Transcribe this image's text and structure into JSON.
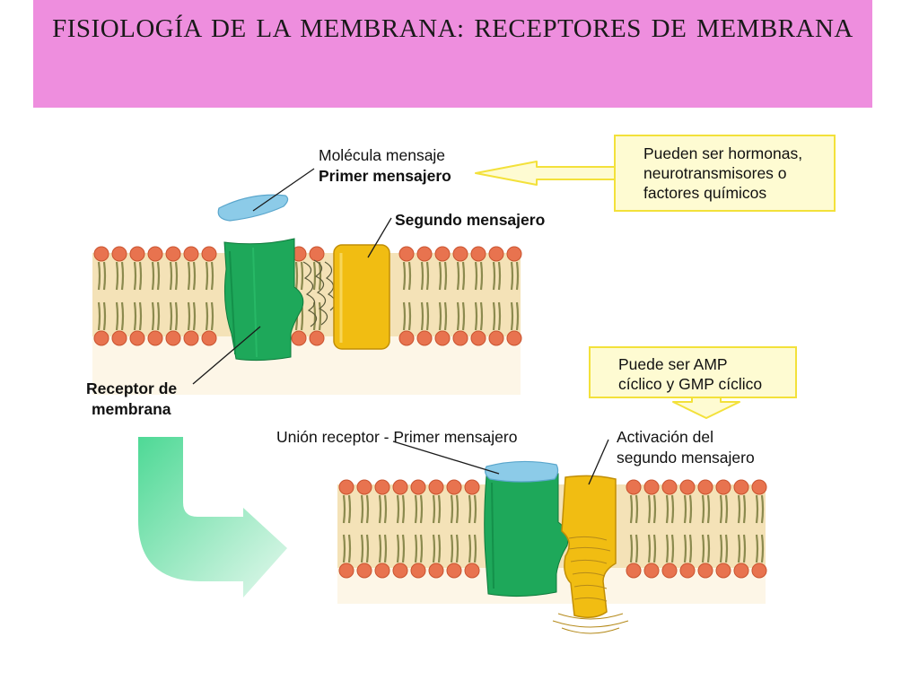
{
  "slide": {
    "title": "FISIOLOGÍA DE LA MEMBRANA: RECEPTORES DE MEMBRANA"
  },
  "labels": {
    "molecule": "Molécula mensaje",
    "first_messenger": "Primer mensajero",
    "second_messenger": "Segundo mensajero",
    "receptor_line1": "Receptor de",
    "receptor_line2": "membrana",
    "binding": "Unión receptor - Primer mensajero",
    "activation_line1": "Activación del",
    "activation_line2": "segundo mensajero"
  },
  "notes": {
    "first_messenger_note": [
      "Pueden ser hormonas,",
      "neurotransmisores o",
      "factores químicos"
    ],
    "second_messenger_note": [
      "Puede ser AMP",
      "cíclico y GMP cíclico"
    ]
  },
  "colors": {
    "header": "#ee8ede",
    "receptor": "#1ea85a",
    "second_messenger": "#f1bd12",
    "first_messenger": "#8ccbe8",
    "lipid_head": "#e8734f",
    "lipid_tail": "#8b8a4e",
    "membrane_bg": "#f4e2b7",
    "note_fill": "#fefbd2",
    "note_border": "#f3e13a",
    "flow_arrow": "#7ee4a8"
  }
}
